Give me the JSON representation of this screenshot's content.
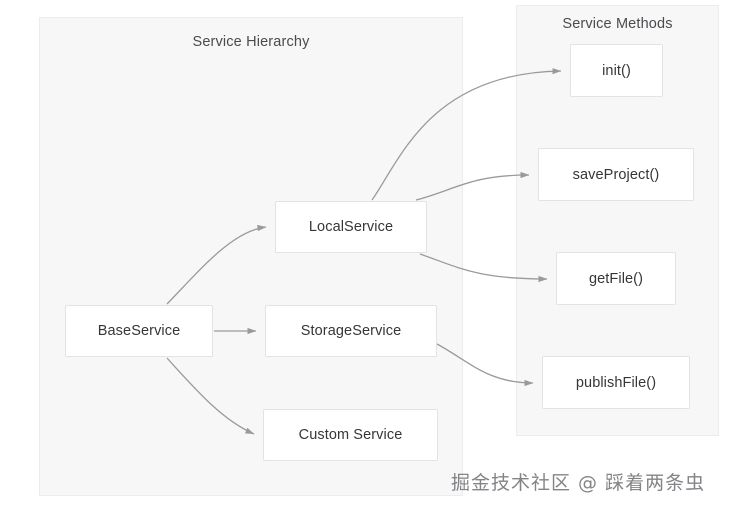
{
  "diagram": {
    "panels": [
      {
        "id": "hierarchy",
        "title": "Service Hierarchy"
      },
      {
        "id": "methods",
        "title": "Service Methods"
      }
    ],
    "hierarchy_nodes": [
      {
        "id": "base",
        "label": "BaseService"
      },
      {
        "id": "local",
        "label": "LocalService"
      },
      {
        "id": "storage",
        "label": "StorageService"
      },
      {
        "id": "custom",
        "label": "Custom Service"
      }
    ],
    "method_nodes": [
      {
        "id": "init",
        "label": "init()"
      },
      {
        "id": "saveproject",
        "label": "saveProject()"
      },
      {
        "id": "getfile",
        "label": "getFile()"
      },
      {
        "id": "publishfile",
        "label": "publishFile()"
      }
    ],
    "edges": [
      {
        "from": "base",
        "to": "local",
        "style": "curve"
      },
      {
        "from": "base",
        "to": "storage",
        "style": "straight"
      },
      {
        "from": "base",
        "to": "custom",
        "style": "curve"
      },
      {
        "from": "local",
        "to": "init",
        "style": "curve"
      },
      {
        "from": "local",
        "to": "saveproject",
        "style": "curve"
      },
      {
        "from": "local",
        "to": "getfile",
        "style": "curve"
      },
      {
        "from": "storage",
        "to": "publishfile",
        "style": "curve"
      }
    ],
    "colors": {
      "panel_background": "#f7f7f8",
      "panel_border": "#ececed",
      "node_background": "#ffffff",
      "node_border": "#e3e3e5",
      "edge_stroke": "#9a9a9e",
      "text": "#36363a",
      "canvas_background": "#ffffff"
    }
  },
  "watermark": {
    "text": "掘金技术社区 @ 踩着两条虫"
  }
}
